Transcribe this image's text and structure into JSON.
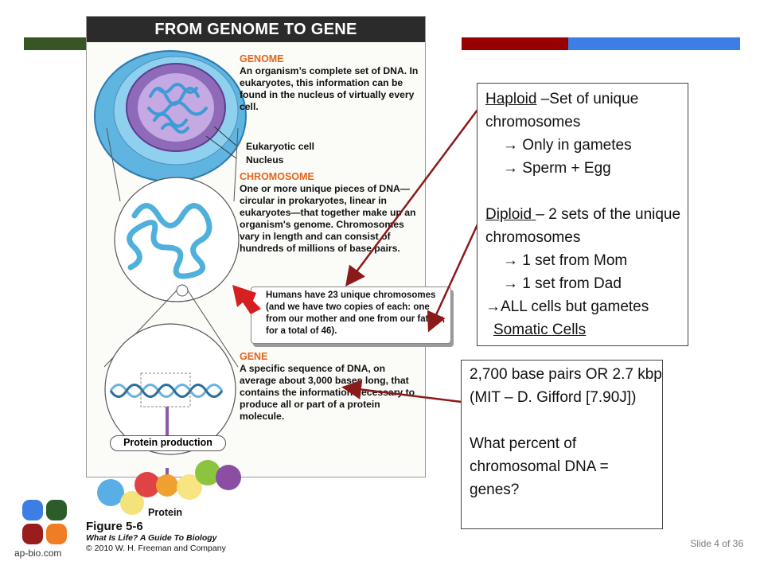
{
  "figure": {
    "title": "FROM GENOME TO GENE",
    "genome_head": "GENOME",
    "genome_text": "An organism’s complete set of DNA. In eukaryotes, this information can be found in the nucleus of virtually every cell.",
    "label_eukaryotic": "Eukaryotic cell",
    "label_nucleus": "Nucleus",
    "chromosome_head": "CHROMOSOME",
    "chromosome_text": "One or more unique pieces of DNA—circular in prokaryotes, linear in eukaryotes—that together make up an organism's genome. Chromosomes vary in length and can consist of hundreds of millions of base pairs.",
    "callout_text": "Humans have 23 unique chromosomes (and we have two copies of each: one from our mother and one from our father, for a total of 46).",
    "gene_head": "GENE",
    "gene_text": "A specific sequence of DNA, on average about 3,000 bases long, that contains the information necessary to produce all or part of a protein molecule.",
    "protein_production": "Protein production",
    "protein_label": "Protein",
    "caption_title": "Figure 5-6",
    "caption_book": "What Is Life? A Guide To Biology",
    "caption_copy": "© 2010 W. H. Freeman and Company"
  },
  "logo": {
    "text": "ap-bio.com"
  },
  "box1": {
    "haploid_term": "Haploid",
    "haploid_def": " –Set of unique chromosomes",
    "haploid_b1": "Only in gametes",
    "haploid_b2": "Sperm + Egg",
    "diploid_term": "Diploid ",
    "diploid_def": "– 2 sets of the unique chromosomes",
    "diploid_b1": "1 set from Mom",
    "diploid_b2": "1 set from Dad",
    "diploid_b3": "ALL cells but gametes",
    "somatic": "Somatic Cells"
  },
  "box2": {
    "line1": "2,700 base pairs OR 2.7 kbp (MIT – D. Gifford [7.90J])",
    "line2": "What percent of chromosomal DNA = genes?"
  },
  "slide": {
    "label": "Slide 4 of 36"
  },
  "colors": {
    "bar_left": "#375623",
    "bar_red": "#990000",
    "bar_blue": "#3d7ee6",
    "arrow": "#8b1a1a",
    "orange_head": "#e5641a"
  }
}
